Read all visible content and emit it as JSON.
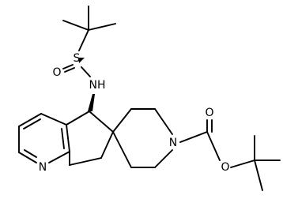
{
  "structure": {
    "atoms": {
      "sulfur": "S",
      "sulfinyl_oxygen": "O",
      "amine": "NH",
      "pyridine_nitrogen": "N",
      "piperidine_nitrogen": "N",
      "carbonyl_oxygen": "O",
      "ester_oxygen": "O"
    },
    "stereo_markers": [
      "wedge",
      "wedge"
    ],
    "colors": {
      "bond": "#000000",
      "label": "#000000",
      "background": "#ffffff"
    }
  }
}
